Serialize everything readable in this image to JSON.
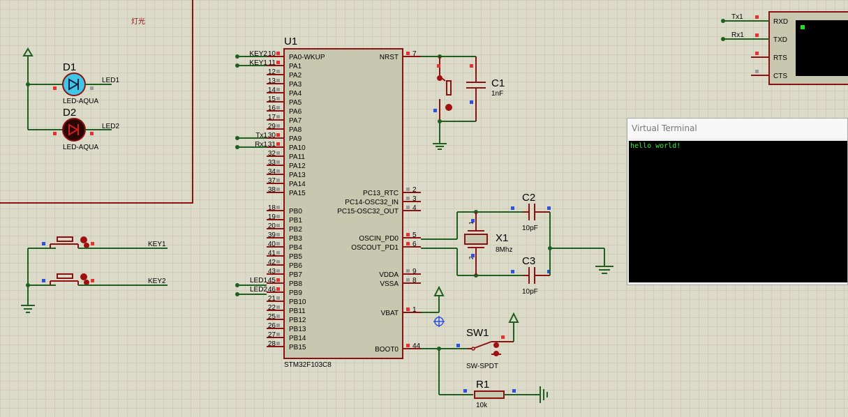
{
  "labels": {
    "frame_title": "灯光",
    "mcu_ref": "U1",
    "mcu_part": "STM32F103C8",
    "d1_ref": "D1",
    "d1_part": "LED-AQUA",
    "d2_ref": "D2",
    "d2_part": "LED-AQUA",
    "c1_ref": "C1",
    "c1_val": "1nF",
    "c2_ref": "C2",
    "c2_val": "10pF",
    "c3_ref": "C3",
    "c3_val": "10pF",
    "x1_ref": "X1",
    "x1_val": "8Mhz",
    "sw1_ref": "SW1",
    "sw1_part": "SW-SPDT",
    "r1_ref": "R1",
    "r1_val": "10k",
    "led1_net": "LED1",
    "led2_net": "LED2",
    "key1_net": "KEY1",
    "key2_net": "KEY2",
    "term_tx": "Tx1",
    "term_rx": "Rx1",
    "term_rxd": "RXD",
    "term_txd": "TXD",
    "term_rts": "RTS",
    "term_cts": "CTS",
    "xtal_pin_top": "1",
    "xtal_pin_bot": "2"
  },
  "left_pins": [
    {
      "num": "10",
      "name": "PA0-WKUP",
      "net": "KEY2"
    },
    {
      "num": "11",
      "name": "PA1",
      "net": "KEY1"
    },
    {
      "num": "12",
      "name": "PA2",
      "net": ""
    },
    {
      "num": "13",
      "name": "PA3",
      "net": ""
    },
    {
      "num": "14",
      "name": "PA4",
      "net": ""
    },
    {
      "num": "15",
      "name": "PA5",
      "net": ""
    },
    {
      "num": "16",
      "name": "PA6",
      "net": ""
    },
    {
      "num": "17",
      "name": "PA7",
      "net": ""
    },
    {
      "num": "29",
      "name": "PA8",
      "net": ""
    },
    {
      "num": "30",
      "name": "PA9",
      "net": "Tx1"
    },
    {
      "num": "31",
      "name": "PA10",
      "net": "Rx1"
    },
    {
      "num": "32",
      "name": "PA11",
      "net": ""
    },
    {
      "num": "33",
      "name": "PA12",
      "net": ""
    },
    {
      "num": "34",
      "name": "PA13",
      "net": ""
    },
    {
      "num": "37",
      "name": "PA14",
      "net": ""
    },
    {
      "num": "38",
      "name": "PA15",
      "net": ""
    },
    {
      "num": "",
      "name": "",
      "net": ""
    },
    {
      "num": "18",
      "name": "PB0",
      "net": ""
    },
    {
      "num": "19",
      "name": "PB1",
      "net": ""
    },
    {
      "num": "20",
      "name": "PB2",
      "net": ""
    },
    {
      "num": "39",
      "name": "PB3",
      "net": ""
    },
    {
      "num": "40",
      "name": "PB4",
      "net": ""
    },
    {
      "num": "41",
      "name": "PB5",
      "net": ""
    },
    {
      "num": "42",
      "name": "PB6",
      "net": ""
    },
    {
      "num": "43",
      "name": "PB7",
      "net": ""
    },
    {
      "num": "45",
      "name": "PB8",
      "net": "LED1"
    },
    {
      "num": "46",
      "name": "PB9",
      "net": "LED2"
    },
    {
      "num": "21",
      "name": "PB10",
      "net": ""
    },
    {
      "num": "22",
      "name": "PB11",
      "net": ""
    },
    {
      "num": "25",
      "name": "PB12",
      "net": ""
    },
    {
      "num": "26",
      "name": "PB13",
      "net": ""
    },
    {
      "num": "27",
      "name": "PB14",
      "net": ""
    },
    {
      "num": "28",
      "name": "PB15",
      "net": ""
    }
  ],
  "right_pins": [
    {
      "num": "7",
      "name": "NRST"
    },
    {
      "num": "2",
      "name": "PC13_RTC"
    },
    {
      "num": "3",
      "name": "PC14-OSC32_IN"
    },
    {
      "num": "4",
      "name": "PC15-OSC32_OUT"
    },
    {
      "num": "5",
      "name": "OSCIN_PD0"
    },
    {
      "num": "6",
      "name": "OSCOUT_PD1"
    },
    {
      "num": "9",
      "name": "VDDA"
    },
    {
      "num": "8",
      "name": "VSSA"
    },
    {
      "num": "1",
      "name": "VBAT"
    },
    {
      "num": "44",
      "name": "BOOT0"
    }
  ],
  "terminal": {
    "title": "Virtual Terminal",
    "output": "hello world!"
  },
  "colors": {
    "wire": "#1f5f1f",
    "component": "#8b1010",
    "text": "#000000",
    "chip_fill": "#c8c8b0",
    "pin_red": "#e83030",
    "pin_blue": "#3050e0",
    "led_aqua": "#3ec8e8"
  }
}
